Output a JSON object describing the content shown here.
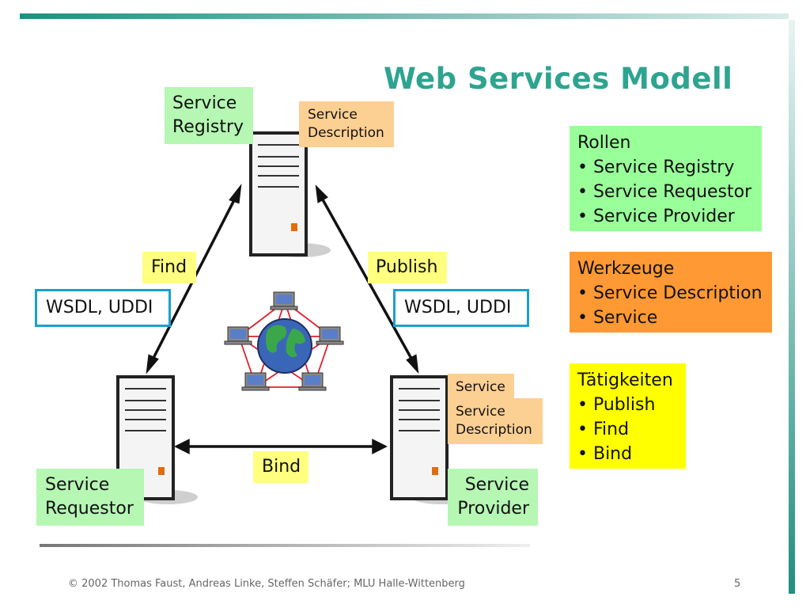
{
  "title": "Web Services Modell",
  "registry": {
    "label_line1": "Service",
    "label_line2": "Registry",
    "desc_line1": "Service",
    "desc_line2": "Description"
  },
  "requestor": {
    "label_line1": "Service",
    "label_line2": "Requestor"
  },
  "provider": {
    "label_line1": "Service",
    "label_line2": "Provider",
    "service_label": "Service",
    "desc_line1": "Service",
    "desc_line2": "Description"
  },
  "edges": {
    "find": "Find",
    "publish": "Publish",
    "bind": "Bind",
    "wsdl_left": "WSDL, UDDI",
    "wsdl_right": "WSDL, UDDI"
  },
  "roles": {
    "heading": "Rollen",
    "items": [
      "• Service Registry",
      "• Service Requestor",
      "• Service Provider"
    ]
  },
  "tools": {
    "heading": "Werkzeuge",
    "items": [
      "• Service Description",
      "• Service"
    ]
  },
  "activities": {
    "heading": "Tätigkeiten",
    "items": [
      "• Publish",
      "• Find",
      "• Bind"
    ]
  },
  "footer": {
    "copyright": "© 2002 Thomas Faust, Andreas Linke, Steffen Schäfer; MLU Halle-Wittenberg",
    "page": "5"
  },
  "colors": {
    "title": "#2ea490",
    "accent_border": "#1aa0d0",
    "roles_bg": "#99ff99",
    "tools_bg": "#ff9933",
    "activities_bg": "#ffff00"
  }
}
